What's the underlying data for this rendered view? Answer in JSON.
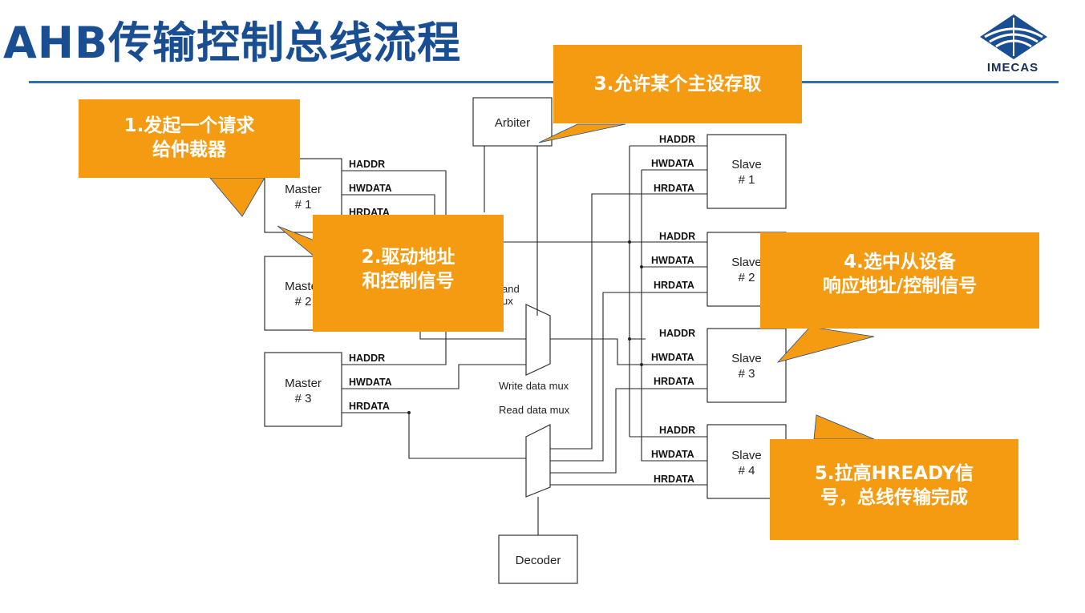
{
  "title": "AHB传输控制总线流程",
  "logo": {
    "text": "IMECAS",
    "icon": "imecas-logo-icon",
    "color": "#1a4e93"
  },
  "colors": {
    "title": "#1a4e93",
    "callout": "#f59b12",
    "rule": "#2f6db5"
  },
  "callouts": {
    "c1": {
      "line1": "1.发起一个请求",
      "line2": "给仲裁器"
    },
    "c2": {
      "line1": "2.驱动地址",
      "line2": "和控制信号"
    },
    "c3": {
      "line1": "3.允许某个主设存取"
    },
    "c4": {
      "line1": "4.选中从设备",
      "line2": "响应地址/控制信号"
    },
    "c5": {
      "line1": "5.拉高HREADY信",
      "line2": "号，总线传输完成"
    }
  },
  "diagram": {
    "arbiter": "Arbiter",
    "decoder": "Decoder",
    "masters": [
      {
        "l1": "Master",
        "l2": "# 1"
      },
      {
        "l1": "Master",
        "l2": "# 2"
      },
      {
        "l1": "Master",
        "l2": "# 3"
      }
    ],
    "slaves": [
      {
        "l1": "Slave",
        "l2": "# 1"
      },
      {
        "l1": "Slave",
        "l2": "# 2"
      },
      {
        "l1": "Slave",
        "l2": "# 3"
      },
      {
        "l1": "Slave",
        "l2": "# 4"
      }
    ],
    "signals": {
      "haddr": "HADDR",
      "hwdata": "HWDATA",
      "hrdata": "HRDATA"
    },
    "partial_signal": "HRDATA",
    "partial_addr_mux": [
      "and",
      "ux"
    ],
    "write_mux": "Write data mux",
    "read_mux": "Read data mux"
  }
}
